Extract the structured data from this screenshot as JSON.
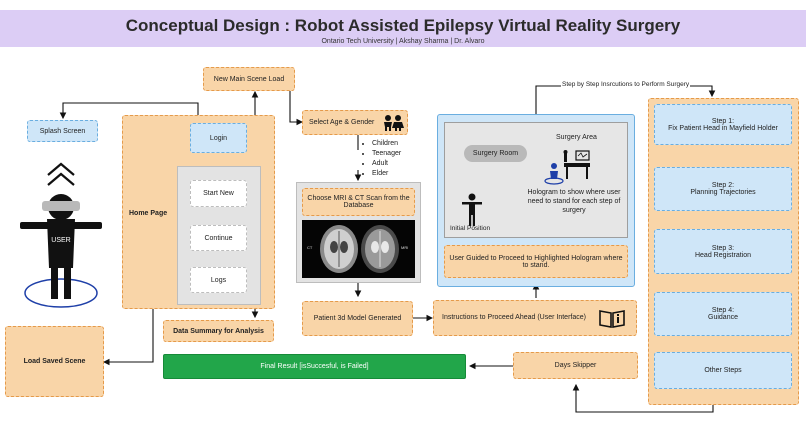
{
  "header": {
    "title": "Conceptual Design : Robot Assisted Epilepsy Virtual Reality Surgery",
    "subtitle": "Ontario Tech University | Akshay Sharma | Dr. Alvaro"
  },
  "nodes": {
    "splash": "Splash Screen",
    "new_main_scene": "New Main Scene Load",
    "home_page": "Home Page",
    "login": "Login",
    "start_new": "Start New",
    "continue": "Continue",
    "logs": "Logs",
    "user": "USER",
    "load_saved": "Load Saved Scene",
    "data_summary": "Data Summary for Analysis",
    "select_age_gender": "Select Age & Gender",
    "age_options": [
      "Children",
      "Teenager",
      "Adult",
      "Elder"
    ],
    "choose_scan": "Choose MRI & CT Scan from the Database",
    "scan_ct": "CT",
    "scan_mri": "MRI",
    "model_generated": "Patient 3d Model Generated",
    "instructions_ui": "Instructions to Proceed Ahead (User Interface)",
    "final_result": "Final Result [isSuccesful, is Failed]",
    "days_skipper": "Days Skipper",
    "step_instructions": "Step by Step Insrcutions to Perform Surgery",
    "surgery_area": "Surgery Area",
    "surgery_room": "Surgery Room",
    "initial_position": "Initial Position",
    "hologram_note": "Hologram to show where user need to stand for each step of surgery",
    "user_guided": "User Guided to Proceed to Highlighted Hologram where to stand.",
    "steps": [
      {
        "label": "Step 1:",
        "desc": "Fix Patient Head in Mayfield Holder"
      },
      {
        "label": "Step 2:",
        "desc": "Planning Trajectories"
      },
      {
        "label": "Step 3:",
        "desc": "Head Registration"
      },
      {
        "label": "Step 4:",
        "desc": "Guidance"
      },
      {
        "label": "",
        "desc": "Other Steps"
      }
    ]
  },
  "colors": {
    "header_bg": "#dccdf5",
    "orange_fill": "#f9d5a8",
    "orange_border": "#e59a4a",
    "blue_fill": "#cfe6f8",
    "blue_border": "#6aaee0",
    "green": "#22a64a"
  }
}
